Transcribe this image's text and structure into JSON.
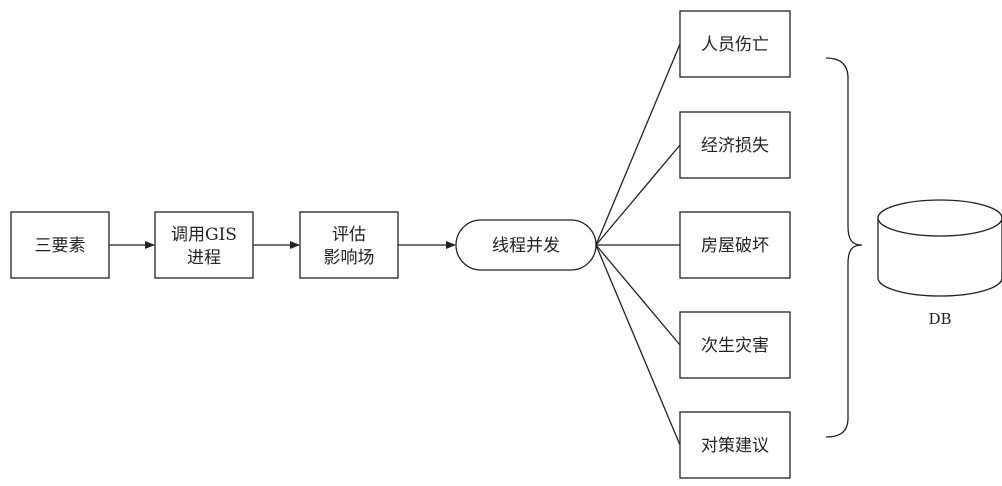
{
  "colors": {
    "stroke": "#222222",
    "fill": "#ffffff",
    "text": "#222222"
  },
  "flow": {
    "three_elements": "三要素",
    "call_gis": [
      "调用GIS",
      "进程"
    ],
    "assess": [
      "评估",
      "影响场"
    ],
    "concurrency": "线程并发"
  },
  "outputs": [
    "人员伤亡",
    "经济损失",
    "房屋破坏",
    "次生灾害",
    "对策建议"
  ],
  "database": {
    "label": "DB",
    "icon": "database-cylinder-icon"
  }
}
